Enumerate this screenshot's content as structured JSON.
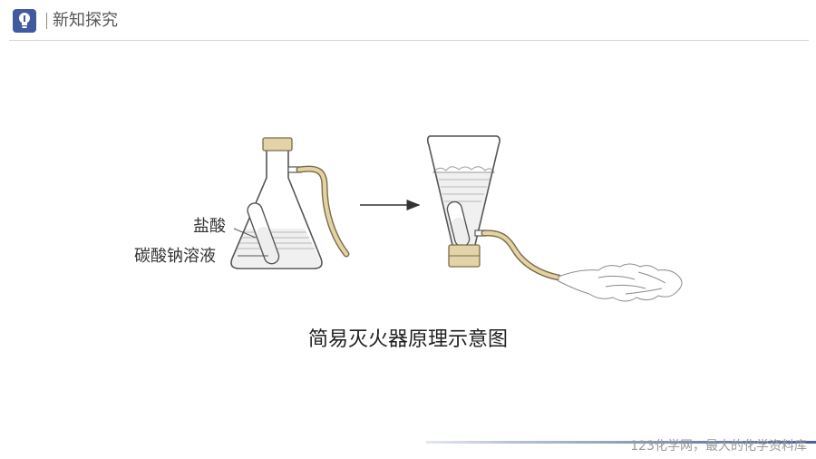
{
  "header": {
    "icon": "lightbulb-icon",
    "title": "新知探究",
    "accent_color": "#3f5a9e"
  },
  "diagram": {
    "label_acid": "盐酸",
    "label_carbonate": "碳酸钠溶液",
    "arrow_icon": "right-arrow-icon",
    "caption": "简易灭火器原理示意图"
  },
  "footer": {
    "watermark": "123化学网，最大的化学资料库"
  }
}
